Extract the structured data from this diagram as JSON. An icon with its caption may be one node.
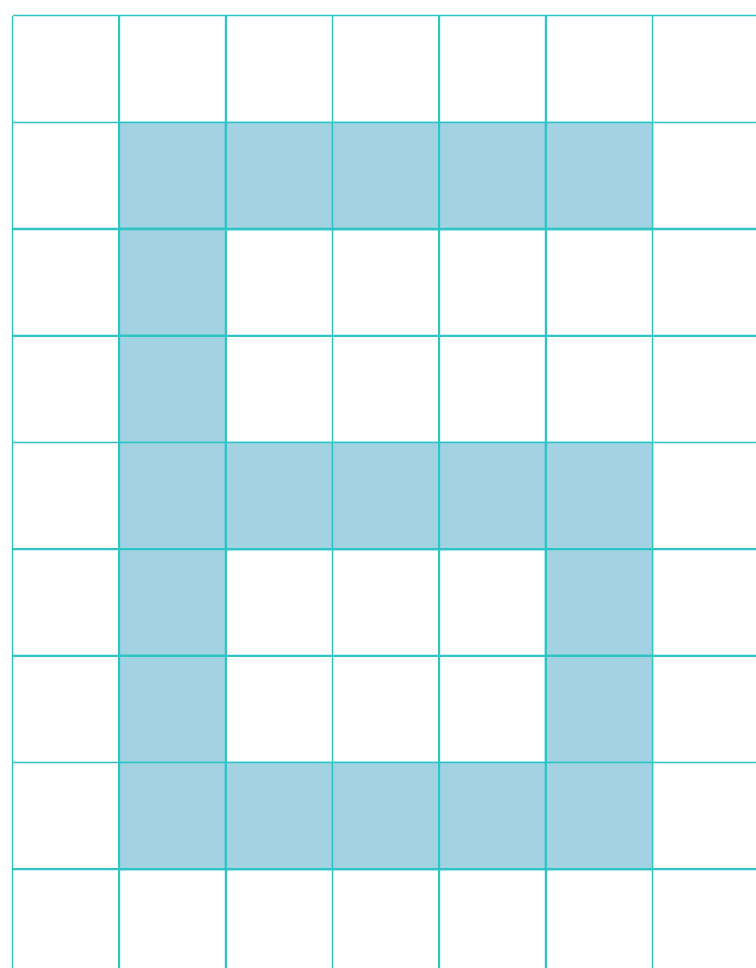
{
  "diagram": {
    "nodes": [
      {
        "text": [],
        "shape": "box"
      },
      {
        "text": [],
        "shape": "box"
      },
      {
        "text": [],
        "shape": "box"
      },
      {
        "text": [],
        "shape": "box"
      },
      {
        "text": [],
        "shape": "box"
      },
      {
        "text": [],
        "shape": "box"
      },
      {
        "text": [],
        "shape": "box"
      },
      {
        "text": [],
        "shape": "box"
      },
      {
        "text": [],
        "shape": "box"
      },
      {
        "text": [],
        "shape": "box"
      },
      {
        "text": [],
        "shape": "box"
      },
      {
        "text": [],
        "shape": "box"
      },
      {
        "text": [],
        "shape": "box"
      },
      {
        "text": [],
        "shape": "box"
      },
      {
        "text": [],
        "shape": "box"
      },
      {
        "text": [],
        "shape": "box"
      },
      {
        "text": [],
        "shape": "box"
      },
      {
        "text": [],
        "shape": "box"
      },
      {
        "text": [],
        "shape": "box"
      },
      {
        "text": [],
        "shape": "box"
      },
      {
        "text": [],
        "shape": "box"
      }
    ]
  }
}
